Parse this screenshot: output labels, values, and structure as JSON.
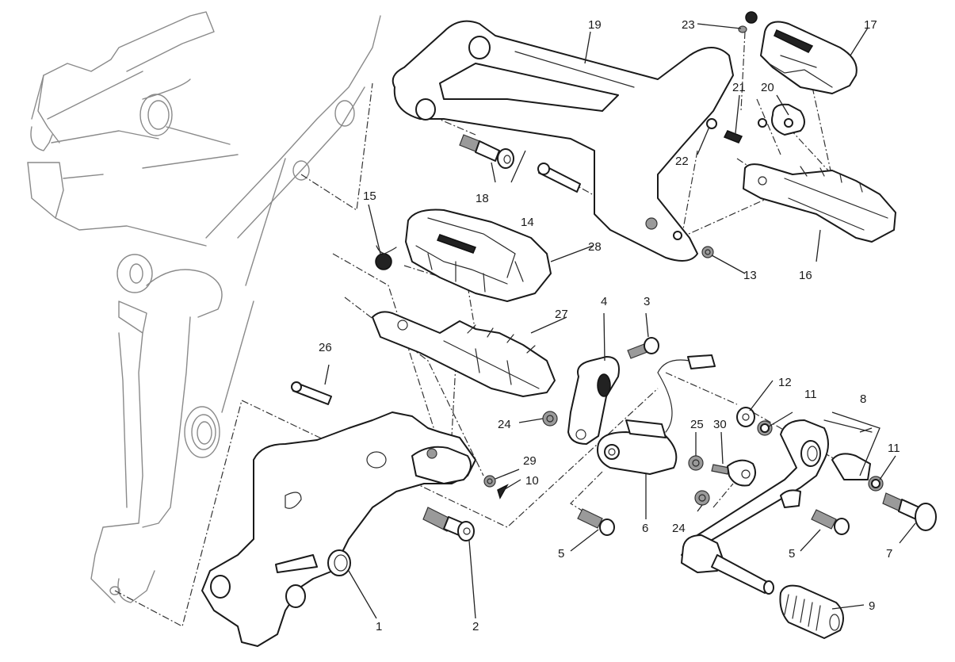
{
  "diagram": {
    "title": "Footrest assembly exploded view (left side, gear change)",
    "callouts": {
      "c1": "1",
      "c2": "2",
      "c3": "3",
      "c4": "4",
      "c5a": "5",
      "c5b": "5",
      "c6": "6",
      "c7": "7",
      "c8": "8",
      "c9": "9",
      "c10": "10",
      "c11a": "11",
      "c11b": "11",
      "c12": "12",
      "c13": "13",
      "c14": "14",
      "c15": "15",
      "c16": "16",
      "c17": "17",
      "c18": "18",
      "c19": "19",
      "c20": "20",
      "c21": "21",
      "c22": "22",
      "c23": "23",
      "c24a": "24",
      "c24b": "24",
      "c25": "25",
      "c26": "26",
      "c27": "27",
      "c28": "28",
      "c29": "29",
      "c30": "30"
    }
  }
}
